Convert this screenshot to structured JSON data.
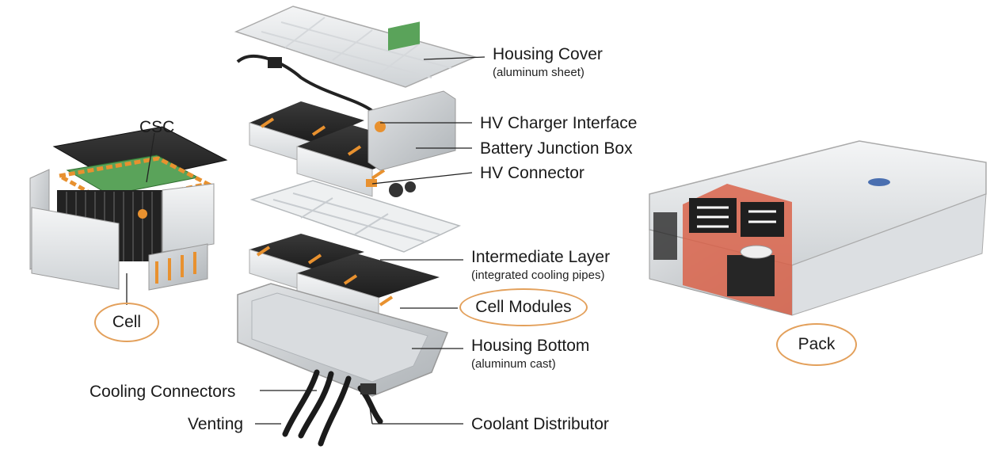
{
  "labels": {
    "csc": "CSC",
    "housing_cover": "Housing Cover",
    "housing_cover_sub": "(aluminum sheet)",
    "hv_charger_interface": "HV Charger Interface",
    "battery_junction_box": "Battery Junction Box",
    "hv_connector": "HV Connector",
    "intermediate_layer": "Intermediate Layer",
    "intermediate_layer_sub": "(integrated cooling pipes)",
    "cell_modules": "Cell Modules",
    "housing_bottom": "Housing Bottom",
    "housing_bottom_sub": "(aluminum cast)",
    "cooling_connectors": "Cooling Connectors",
    "venting": "Venting",
    "coolant_distributor": "Coolant Distributor",
    "cell": "Cell",
    "pack": "Pack"
  },
  "colors": {
    "highlight_ring": "#e3a05b",
    "accent_orange": "#e8912f",
    "module_dark": "#2b2b2b",
    "housing_light": "#e9ebed",
    "pcb_green": "#5aa35a",
    "cutaway_red": "#d9634a",
    "leader_line": "#222222"
  }
}
